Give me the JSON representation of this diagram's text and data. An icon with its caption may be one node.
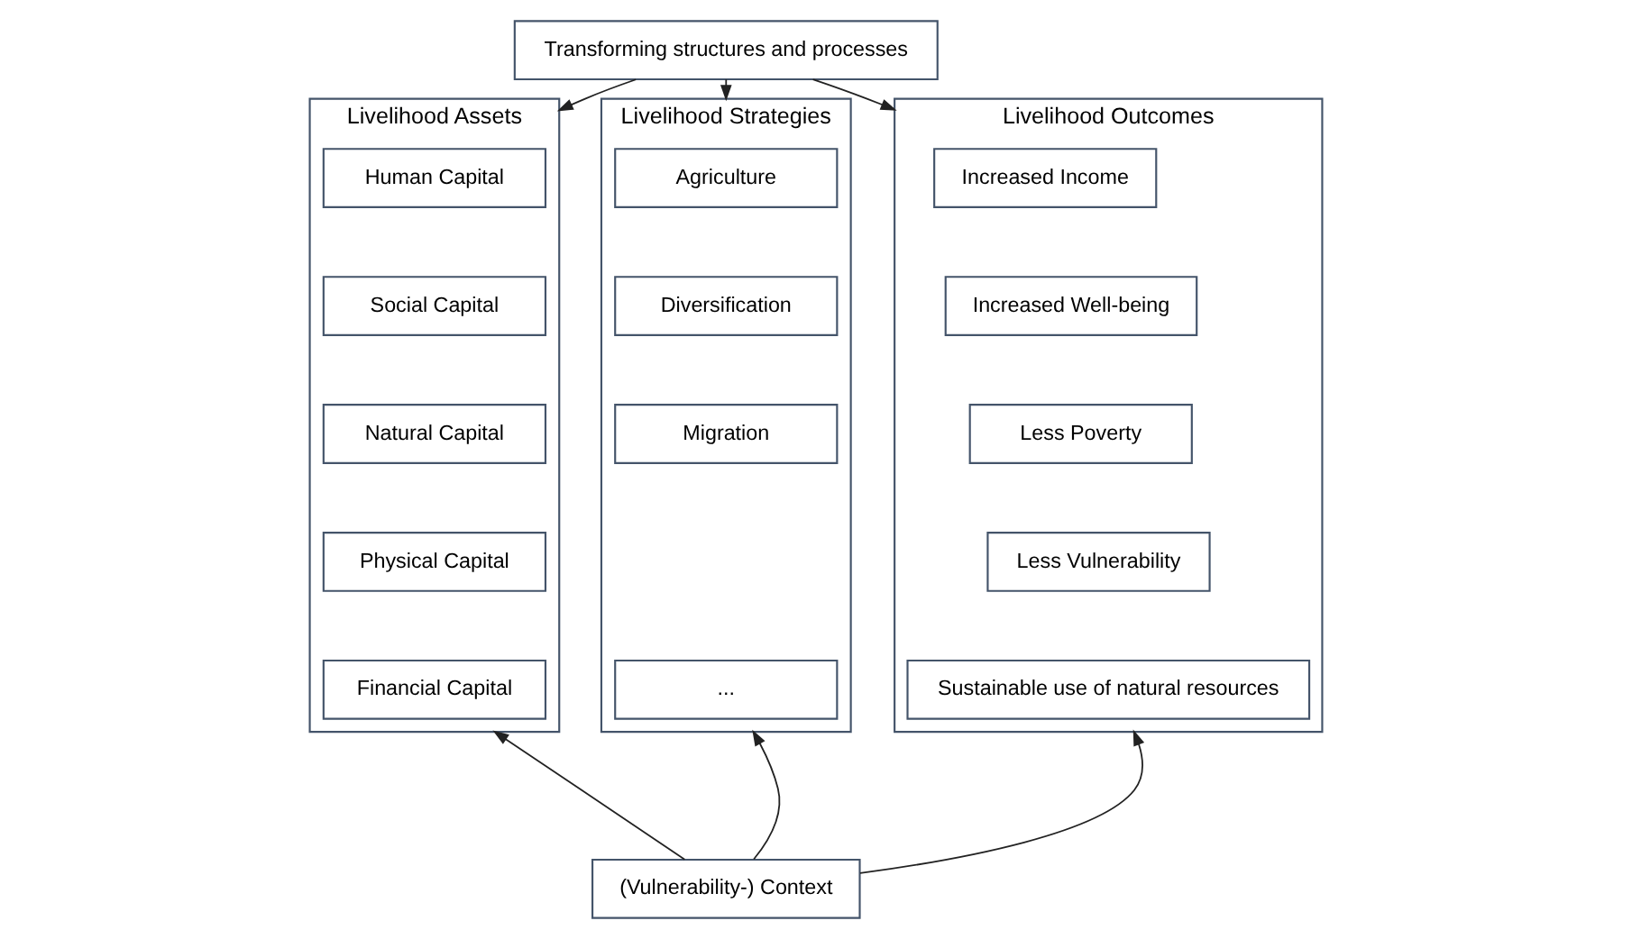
{
  "diagram": {
    "nodes": [
      {
        "text": [
          "Transforming structures and processes"
        ]
      },
      {
        "text": [
          "Livelihood Assets"
        ]
      },
      {
        "text": [
          "Human Capital"
        ],
        "in": 1
      },
      {
        "text": [
          "Social Capital"
        ],
        "in": 1
      },
      {
        "text": [
          "Natural Capital"
        ],
        "in": 1
      },
      {
        "text": [
          "Physical Capital"
        ],
        "in": 1
      },
      {
        "text": [
          "Financial Capital"
        ],
        "in": 1
      },
      {
        "text": [
          "Livelihood Strategies"
        ]
      },
      {
        "text": [
          "Agriculture"
        ],
        "in": 7
      },
      {
        "text": [
          "Diversification"
        ],
        "in": 7
      },
      {
        "text": [
          "Migration"
        ],
        "in": 7
      },
      {
        "text": [
          "..."
        ],
        "in": 7
      },
      {
        "text": [
          "Livelihood Outcomes"
        ]
      },
      {
        "text": [
          "Increased Income"
        ],
        "in": 12
      },
      {
        "text": [
          "Increased Well-being"
        ],
        "in": 12
      },
      {
        "text": [
          "Less Poverty"
        ],
        "in": 12
      },
      {
        "text": [
          "Less Vulnerability"
        ],
        "in": 12
      },
      {
        "text": [
          "Sustainable use of natural resources"
        ],
        "in": 12
      },
      {
        "text": [
          "(Vulnerability-) Context"
        ]
      }
    ],
    "edges": [
      {
        "from": 0,
        "to": 1,
        "arrow": "to"
      },
      {
        "from": 0,
        "to": 7,
        "arrow": "to"
      },
      {
        "from": 0,
        "to": 12,
        "arrow": "to"
      },
      {
        "from": 18,
        "to": 1,
        "arrow": "to"
      },
      {
        "from": 18,
        "to": 7,
        "arrow": "to"
      },
      {
        "from": 18,
        "to": 12,
        "arrow": "to"
      }
    ]
  }
}
